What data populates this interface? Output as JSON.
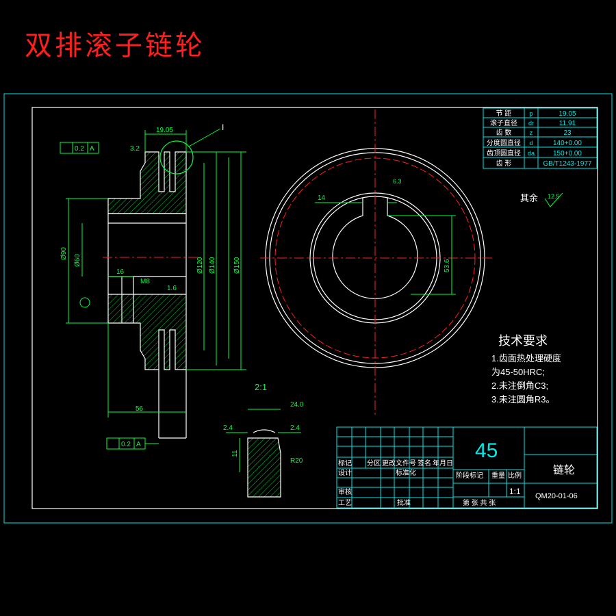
{
  "page_title": "双排滚子链轮",
  "params": {
    "rows": [
      {
        "name": "节 距",
        "sym": "p",
        "val": "19.05"
      },
      {
        "name": "滚子直径",
        "sym": "dr",
        "val": "11.91"
      },
      {
        "name": "齿 数",
        "sym": "z",
        "val": "23"
      },
      {
        "name": "分度圆直径",
        "sym": "d",
        "val": "140+0.00"
      },
      {
        "name": "齿顶圆直径",
        "sym": "da",
        "val": "150+0.00"
      },
      {
        "name": "齿 形",
        "sym": "",
        "val": "GB/T1243-1977"
      }
    ]
  },
  "surface_rest": {
    "label": "其余",
    "value": "12.5"
  },
  "tech": {
    "title": "技术要求",
    "line1": "1.齿面热处理硬度",
    "line2": "为45-50HRC;",
    "line3": "2.未注倒角C3;",
    "line4": "3.未注圆角R3。"
  },
  "dims": {
    "pitch": "19.05",
    "detail_mark": "I",
    "tol_a": "0.2",
    "datum_a": "A",
    "d90": "Ø90",
    "d60": "Ø60",
    "len16": "16",
    "m8": "M8",
    "d120": "Ø120",
    "d140": "Ø140",
    "d150": "Ø150",
    "len56": "56",
    "key14": "14",
    "key53": "53.6",
    "rough_a": "3.2",
    "rough_b": "6.3",
    "rough_c": "1.6",
    "scale_detail": "2:1",
    "w24": "24.0",
    "w2a": "2.4",
    "w2b": "2.4",
    "h11": "11",
    "r20": "R20"
  },
  "title_block": {
    "material": "45",
    "part_name": "链轮",
    "drawing_no": "QM20-01-06",
    "scale": "1:1",
    "h_mark": "标记",
    "h_zone": "分区",
    "h_doc": "更改文件号",
    "h_sign": "签名",
    "h_date": "年月日",
    "h_design": "设计",
    "h_std": "标准化",
    "h_stage": "阶段标记",
    "h_weight": "重量",
    "h_ratio": "比例",
    "h_check": "审核",
    "h_craft": "工艺",
    "h_approve": "批准",
    "h_sheet": "第 张 共 张"
  },
  "colors": {
    "frame": "#00e8e8",
    "part": "#ffffff",
    "dim": "#00ff40",
    "center": "#ff2020",
    "text": "#ffffff"
  }
}
